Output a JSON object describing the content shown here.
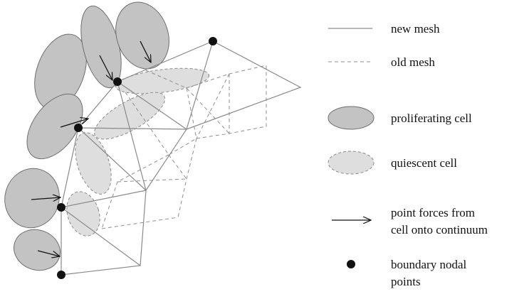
{
  "colors": {
    "new_mesh": "#8a8a8a",
    "old_mesh": "#8f8f8f",
    "proliferating_fill": "#c3c3c3",
    "proliferating_stroke": "#6e6e6e",
    "quiescent_fill": "#dedede",
    "quiescent_stroke": "#8a8a8a",
    "arrow": "#111111",
    "node": "#111111"
  },
  "legend": {
    "new_mesh": "new mesh",
    "old_mesh": "old mesh",
    "proliferating_cell": "proliferating cell",
    "quiescent_cell": "quiescent cell",
    "point_forces_line1": "point forces from",
    "point_forces_line2": "cell onto continuum",
    "boundary_nodes_line1": "boundary nodal",
    "boundary_nodes_line2": "points"
  }
}
